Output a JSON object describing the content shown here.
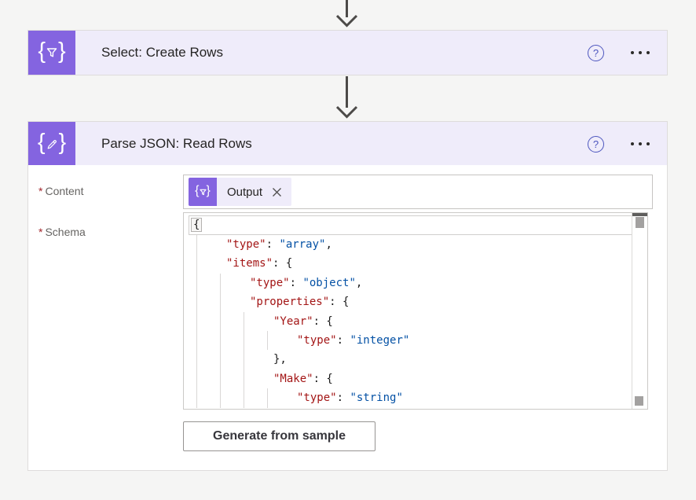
{
  "colors": {
    "accent_purple": "#8464e0",
    "header_lavender": "#efecfa",
    "page_background": "#f5f5f4",
    "help_icon_blue": "#4c55be",
    "required_red": "#a4262c",
    "arrow_gray": "#4c4a48"
  },
  "select_card": {
    "title": "Select: Create Rows",
    "icon": "braces-funnel-icon",
    "help_glyph": "?"
  },
  "parse_card": {
    "title": "Parse JSON: Read Rows",
    "icon": "braces-pencil-icon",
    "help_glyph": "?",
    "content_field": {
      "required_mark": "*",
      "label": "Content",
      "token": {
        "name": "Output",
        "icon": "braces-funnel-icon"
      }
    },
    "schema_field": {
      "required_mark": "*",
      "label": "Schema"
    },
    "generate_button_label": "Generate from sample"
  },
  "schema_editor": {
    "language": "json",
    "token_colors": {
      "k": "#a31515",
      "v": "#0451a5",
      "p": "#1b1b1b"
    },
    "lines": [
      {
        "level": 0,
        "current": true,
        "segments": [
          {
            "c": "p",
            "t": "{",
            "bracket": true
          }
        ]
      },
      {
        "level": 1,
        "segments": [
          {
            "c": "k",
            "t": "\"type\""
          },
          {
            "c": "p",
            "t": ": "
          },
          {
            "c": "v",
            "t": "\"array\""
          },
          {
            "c": "p",
            "t": ","
          }
        ]
      },
      {
        "level": 1,
        "segments": [
          {
            "c": "k",
            "t": "\"items\""
          },
          {
            "c": "p",
            "t": ": {"
          }
        ]
      },
      {
        "level": 2,
        "segments": [
          {
            "c": "k",
            "t": "\"type\""
          },
          {
            "c": "p",
            "t": ": "
          },
          {
            "c": "v",
            "t": "\"object\""
          },
          {
            "c": "p",
            "t": ","
          }
        ]
      },
      {
        "level": 2,
        "segments": [
          {
            "c": "k",
            "t": "\"properties\""
          },
          {
            "c": "p",
            "t": ": {"
          }
        ]
      },
      {
        "level": 3,
        "segments": [
          {
            "c": "k",
            "t": "\"Year\""
          },
          {
            "c": "p",
            "t": ": {"
          }
        ]
      },
      {
        "level": 4,
        "segments": [
          {
            "c": "k",
            "t": "\"type\""
          },
          {
            "c": "p",
            "t": ": "
          },
          {
            "c": "v",
            "t": "\"integer\""
          }
        ]
      },
      {
        "level": 3,
        "segments": [
          {
            "c": "p",
            "t": "},"
          }
        ]
      },
      {
        "level": 3,
        "segments": [
          {
            "c": "k",
            "t": "\"Make\""
          },
          {
            "c": "p",
            "t": ": {"
          }
        ]
      },
      {
        "level": 4,
        "segments": [
          {
            "c": "k",
            "t": "\"type\""
          },
          {
            "c": "p",
            "t": ": "
          },
          {
            "c": "v",
            "t": "\"string\""
          }
        ]
      }
    ]
  }
}
